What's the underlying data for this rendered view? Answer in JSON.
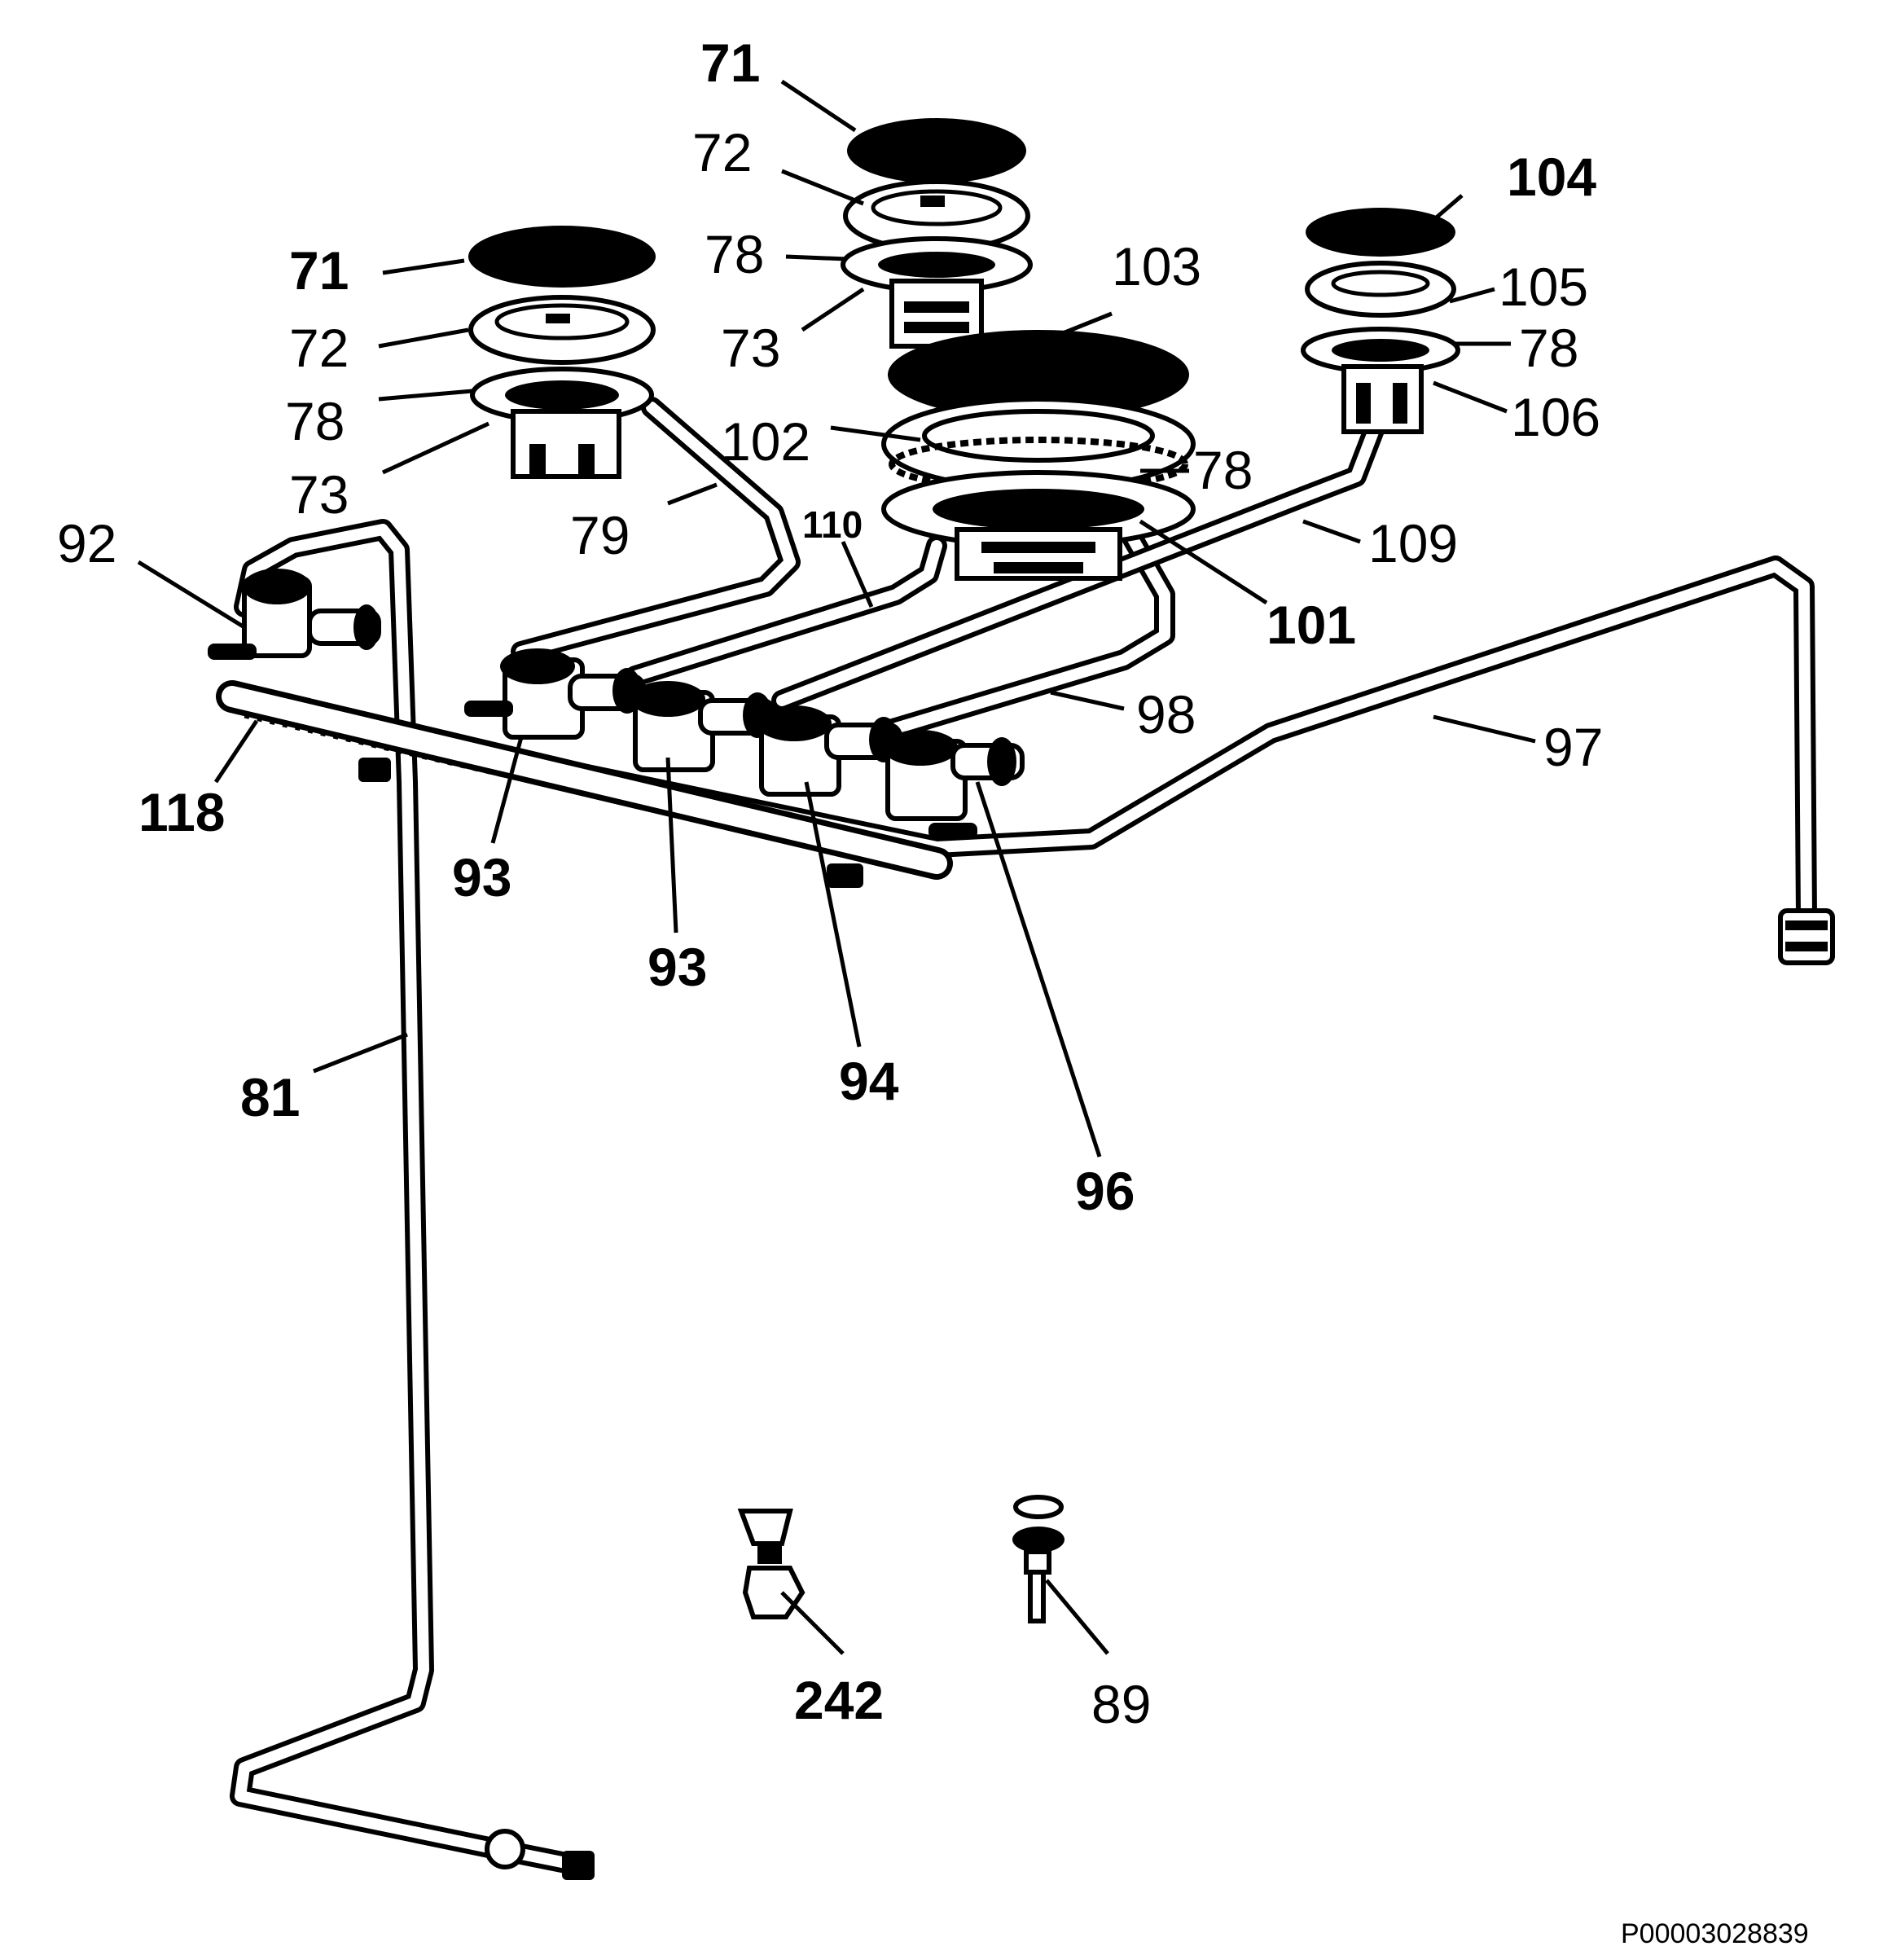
{
  "diagram": {
    "callouts": [
      {
        "id": "c71a",
        "text": "71"
      },
      {
        "id": "c72a",
        "text": "72"
      },
      {
        "id": "c78a",
        "text": "78"
      },
      {
        "id": "c73a",
        "text": "73"
      },
      {
        "id": "c71b",
        "text": "71"
      },
      {
        "id": "c72b",
        "text": "72"
      },
      {
        "id": "c78b",
        "text": "78"
      },
      {
        "id": "c73b",
        "text": "73"
      },
      {
        "id": "c103",
        "text": "103"
      },
      {
        "id": "c102",
        "text": "102"
      },
      {
        "id": "c78c",
        "text": "78"
      },
      {
        "id": "c101",
        "text": "101"
      },
      {
        "id": "c104",
        "text": "104"
      },
      {
        "id": "c105",
        "text": "105"
      },
      {
        "id": "c78d",
        "text": "78"
      },
      {
        "id": "c106",
        "text": "106"
      },
      {
        "id": "c109",
        "text": "109"
      },
      {
        "id": "c110",
        "text": "110"
      },
      {
        "id": "c79",
        "text": "79"
      },
      {
        "id": "c92",
        "text": "92"
      },
      {
        "id": "c118",
        "text": "118"
      },
      {
        "id": "c93a",
        "text": "93"
      },
      {
        "id": "c93b",
        "text": "93"
      },
      {
        "id": "c94",
        "text": "94"
      },
      {
        "id": "c96",
        "text": "96"
      },
      {
        "id": "c98",
        "text": "98"
      },
      {
        "id": "c97",
        "text": "97"
      },
      {
        "id": "c81",
        "text": "81"
      },
      {
        "id": "c242",
        "text": "242"
      },
      {
        "id": "c89",
        "text": "89"
      }
    ],
    "drawing_code": "P00003028839"
  }
}
